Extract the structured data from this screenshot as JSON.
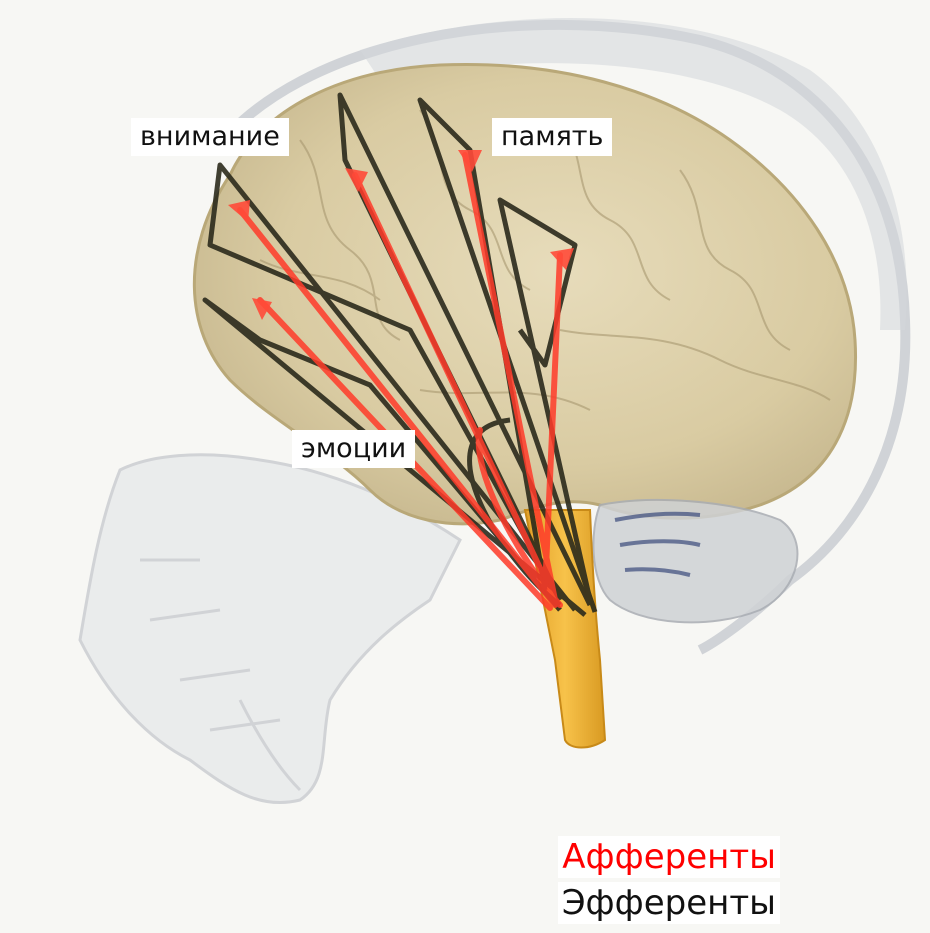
{
  "labels": {
    "attention": "внимание",
    "memory": "память",
    "emotions": "эмоции"
  },
  "legend": {
    "afferent": "Афференты",
    "efferent": "Эфференты"
  },
  "colors": {
    "afferent": "#ff0000",
    "efferent": "#2b2a1c",
    "brain": "#dfd2aa",
    "skull": "#c9ccd2",
    "brainstem": "#f2b233",
    "background": "#ffffff"
  }
}
